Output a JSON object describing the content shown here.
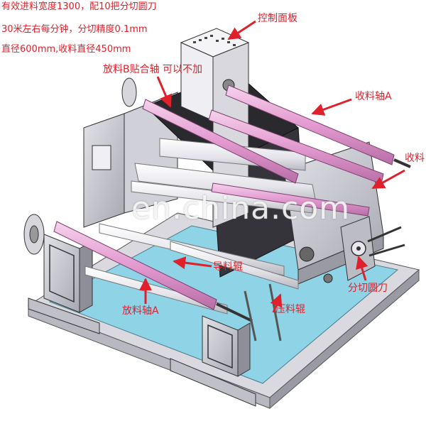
{
  "specs": [
    "有效进料宽度1300，配10把分切圆刀",
    "30米左右每分钟，分切精度0.1mm",
    "直径600mm,收料直径450mm"
  ],
  "labels": {
    "control_panel": "控制面板",
    "unwind_b_laminating_shaft": "放料B贴合轴 可以不加",
    "rewind_shaft_a": "收料轴A",
    "rewind_shaft_b_partial": "收料",
    "guide_roller": "导料辊",
    "unwind_shaft_a": "放料轴A",
    "pressure_roller": "压料辊",
    "slitting_knife": "分切圆刀"
  },
  "watermark": "en.china.com",
  "colors": {
    "label_red": "#e0202a",
    "roller_pink": "#e8a6d6",
    "base_blue": "#8fd3e6",
    "frame_gray": "#c9c9cf",
    "panel_dark": "#2a2a2e"
  }
}
